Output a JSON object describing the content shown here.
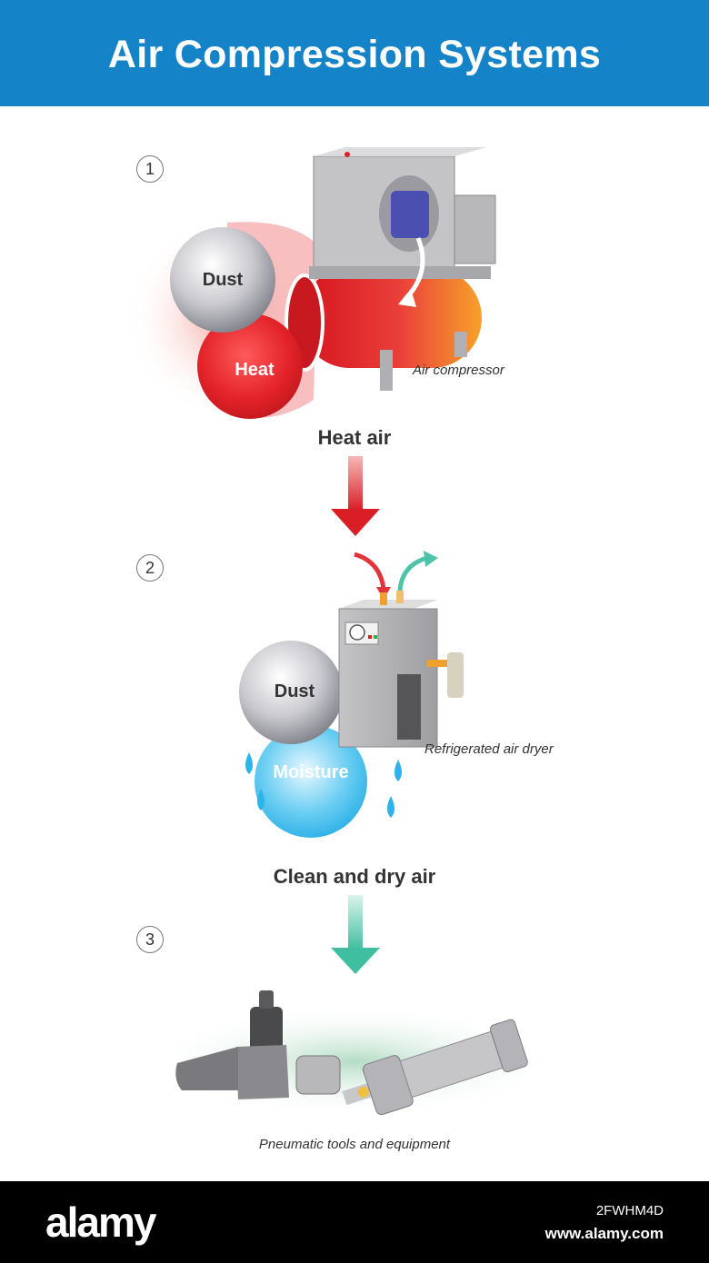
{
  "title": "Air Compression Systems",
  "steps": [
    {
      "number": "1",
      "caption": "Air compressor",
      "balls": [
        "Dust",
        "Heat"
      ]
    },
    {
      "number": "2",
      "caption": "Refrigerated air dryer",
      "balls": [
        "Dust",
        "Moisture"
      ]
    },
    {
      "number": "3",
      "caption": "Pneumatic tools and equipment"
    }
  ],
  "flow": {
    "after_step1": "Heat air",
    "after_step2": "Clean and dry air"
  },
  "footer": {
    "logo": "alamy",
    "image_id": "2FWHM4D",
    "site": "www.alamy.com"
  },
  "colors": {
    "header": "#1583c7",
    "heat_red": "#e0252c",
    "dust_gray": "#9a9aa4",
    "moisture_blue": "#2cb4ea",
    "clean_arrow": "#4fc3a8",
    "footer": "#000000"
  }
}
